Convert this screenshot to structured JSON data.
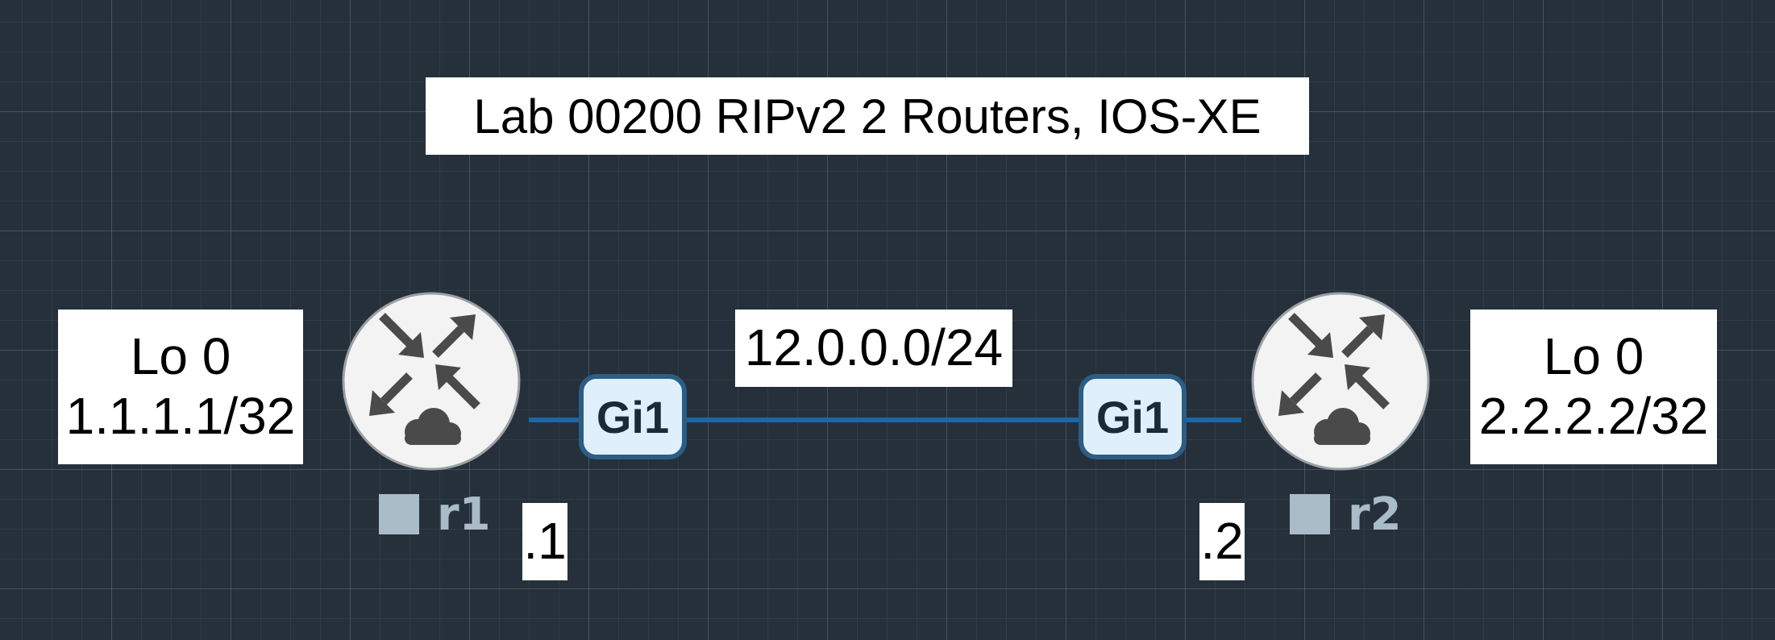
{
  "title": "Lab 00200 RIPv2 2 Routers, IOS-XE",
  "link": {
    "subnet": "12.0.0.0/24",
    "color": "#1d66a8"
  },
  "routers": [
    {
      "name": "r1",
      "icon": "router-icon",
      "interface": "Gi1",
      "address_suffix": ".1",
      "loopback": {
        "name": "Lo 0",
        "address": "1.1.1.1/32"
      }
    },
    {
      "name": "r2",
      "icon": "router-icon",
      "interface": "Gi1",
      "address_suffix": ".2",
      "loopback": {
        "name": "Lo 0",
        "address": "2.2.2.2/32"
      }
    }
  ],
  "colors": {
    "canvas": "#25303a",
    "interface_fill": "#dff0fc",
    "interface_border": "#2c5d85",
    "node_label": "#a9bcc8"
  }
}
